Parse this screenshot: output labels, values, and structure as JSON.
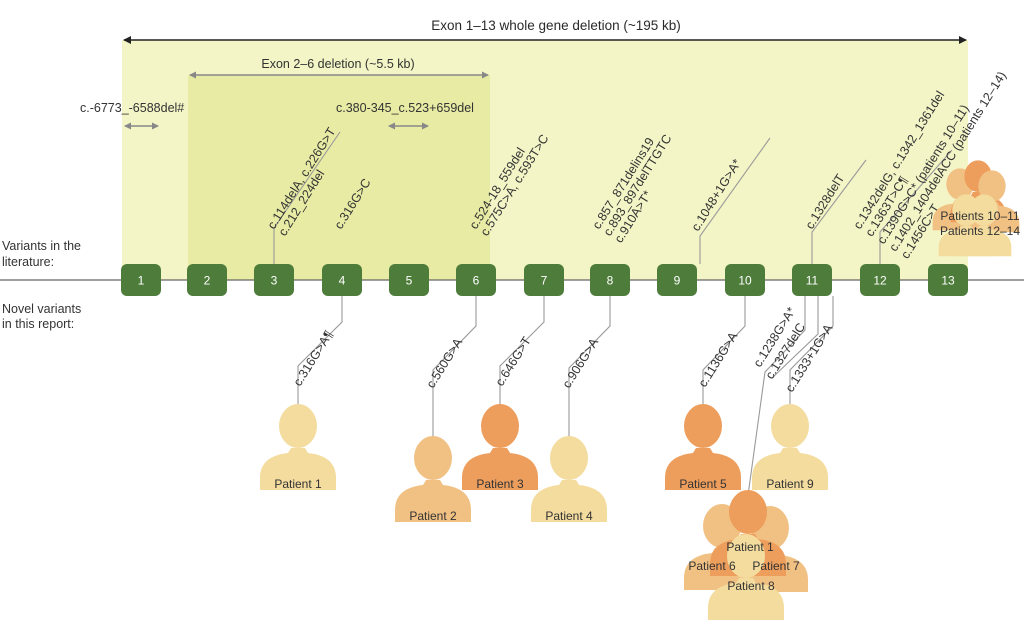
{
  "colors": {
    "outer_region": "#f3f5c6",
    "inner_region": "#e7eba3",
    "exon_fill": "#4e7d3b",
    "pale": "#f3dc9e",
    "light": "#f1c184",
    "medium": "#ee9e5c",
    "dark": "#f0a86a"
  },
  "header": {
    "whole_deletion": "Exon 1–13 whole gene deletion (~195 kb)",
    "exon2_6_deletion": "Exon 2–6 deletion (~5.5 kb)",
    "promoter_deletion": "c.-6773_-6588del#",
    "intron_deletion": "c.380-345_c.523+659del"
  },
  "side_labels": {
    "literature_line1": "Variants in the",
    "literature_line2": "literature:",
    "novel_line1": "Novel variants",
    "novel_line2": "in this report:"
  },
  "exons": [
    "1",
    "2",
    "3",
    "4",
    "5",
    "6",
    "7",
    "8",
    "9",
    "10",
    "11",
    "12",
    "13"
  ],
  "literature_variants": [
    {
      "exon": "3",
      "lines": [
        "c.114delA, c.226G>T",
        "c.212_224del"
      ]
    },
    {
      "exon": "4",
      "lines": [
        "c.316G>C"
      ]
    },
    {
      "exon": "6",
      "lines": [
        "c.524-18_559del",
        "c.575C>A, c.593T>C"
      ]
    },
    {
      "exon": "8",
      "lines": [
        "c.857_871delins19",
        "c.893_897delTTGTC",
        "c.910A>T*"
      ]
    },
    {
      "exon": "9-10",
      "lines": [
        "c.1048+1G>A*"
      ]
    },
    {
      "exon": "11",
      "lines": [
        "c.1328delT"
      ]
    },
    {
      "exon": "12",
      "lines": [
        "c.1342delG, c.1342_1361del",
        "c.1363T>C¶",
        "c.1390G>C* (patients 10–11)",
        "c.1402_1404delACC (patients 12–14)",
        "c.1456C>T"
      ]
    }
  ],
  "novel_variants": [
    {
      "exon": "4",
      "label": "c.316G>A¶",
      "patient": "Patient 1",
      "tone": "pale"
    },
    {
      "exon": "6",
      "label": "c.560G>A",
      "patient": "Patient 2",
      "tone": "light"
    },
    {
      "exon": "7",
      "label": "c.646G>T",
      "patient": "Patient 3",
      "tone": "medium"
    },
    {
      "exon": "8",
      "label": "c.906G>A",
      "patient": "Patient 4",
      "tone": "pale"
    },
    {
      "exon": "10",
      "label": "c.1136G>A",
      "patient": "Patient 5",
      "tone": "medium"
    },
    {
      "exon": "11",
      "label": "c.1238G>A*",
      "patient": "",
      "tone": ""
    },
    {
      "exon": "11",
      "label": "c.1327delC",
      "patient": "",
      "tone": ""
    },
    {
      "exon": "11",
      "label": "c.1333+1G>A",
      "patient": "Patient 9",
      "tone": "pale"
    }
  ],
  "literature_patients": [
    "Patients 10–11",
    "Patients 12–14"
  ],
  "group_patients": [
    "Patient 1",
    "Patient 6",
    "Patient 7",
    "Patient 8"
  ]
}
